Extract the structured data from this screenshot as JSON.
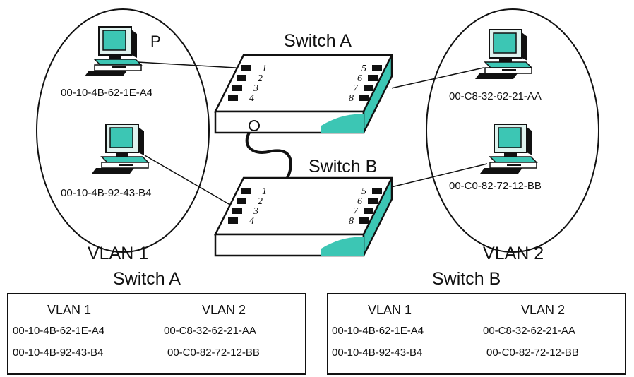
{
  "diagram": {
    "vlan1_label": "VLAN 1",
    "vlan2_label": "VLAN 2",
    "switch_a": {
      "title": "Switch A",
      "ports_left": [
        "1",
        "2",
        "3",
        "4"
      ],
      "ports_right": [
        "5",
        "6",
        "7",
        "8"
      ]
    },
    "switch_b": {
      "title": "Switch B",
      "ports_left": [
        "1",
        "2",
        "3",
        "4"
      ],
      "ports_right": [
        "5",
        "6",
        "7",
        "8"
      ]
    },
    "hosts": {
      "p_label": "P",
      "host_p_mac": "00-10-4B-62-1E-A4",
      "host_q_mac": "00-10-4B-92-43-B4",
      "host_r_mac": "00-C8-32-62-21-AA",
      "host_s_mac": "00-C0-82-72-12-BB"
    },
    "colors": {
      "switch_accent": "#3cc6b4",
      "outline": "#111111"
    }
  },
  "tables": [
    {
      "title": "Switch A",
      "vlan1_header": "VLAN 1",
      "vlan2_header": "VLAN 2",
      "vlan1_entries": [
        "00-10-4B-62-1E-A4",
        "00-10-4B-92-43-B4"
      ],
      "vlan2_entries": [
        "00-C8-32-62-21-AA",
        "00-C0-82-72-12-BB"
      ]
    },
    {
      "title": "Switch B",
      "vlan1_header": "VLAN 1",
      "vlan2_header": "VLAN 2",
      "vlan1_entries": [
        "00-10-4B-62-1E-A4",
        "00-10-4B-92-43-B4"
      ],
      "vlan2_entries": [
        "00-C8-32-62-21-AA",
        "00-C0-82-72-12-BB"
      ]
    }
  ]
}
